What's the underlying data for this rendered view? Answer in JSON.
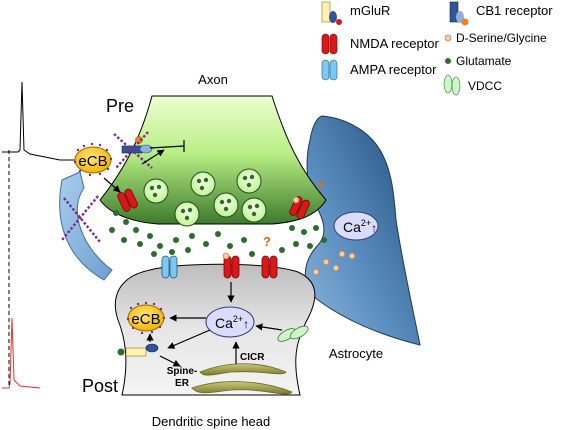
{
  "legend": {
    "mglur": "mGluR",
    "cb1": "CB1 receptor",
    "nmda": "NMDA receptor",
    "serine": "D-Serine/Glycine",
    "ampa": "AMPA receptor",
    "glutamate": "Glutamate",
    "vdcc": "VDCC"
  },
  "labels": {
    "axon": "Axon",
    "pre": "Pre",
    "post": "Post",
    "astrocyte": "Astrocyte",
    "spine_head": "Dendritic spine head",
    "ecb_pre": "eCB",
    "ecb_post": "eCB",
    "ca_astro": "Ca",
    "ca_astro_sup": "2+",
    "ca_post": "Ca",
    "ca_post_sup": "2+",
    "cicr": "CICR",
    "spine_er_1": "Spine-",
    "spine_er_2": "ER",
    "q_pre": "?",
    "q_post": "?"
  },
  "colors": {
    "nmda": "#d7191c",
    "ampa": "#7ec8f0",
    "mglur": "#fff2b0",
    "cb1": "#2f5597",
    "serine": "#f6c9a0",
    "glutamate": "#2e6b2e",
    "vdcc": "#ccf5cc",
    "ecb": "#f6c51c",
    "ca_bubble": "#d9dcfa",
    "presynapse_top": "#eaffc8",
    "presynapse_bottom": "#3f7a30",
    "spine_fill": "#cfcfcf",
    "astrocyte": "#3e6d9e",
    "x_mark": "#7a2a8a",
    "post_trace": "#e53030"
  }
}
